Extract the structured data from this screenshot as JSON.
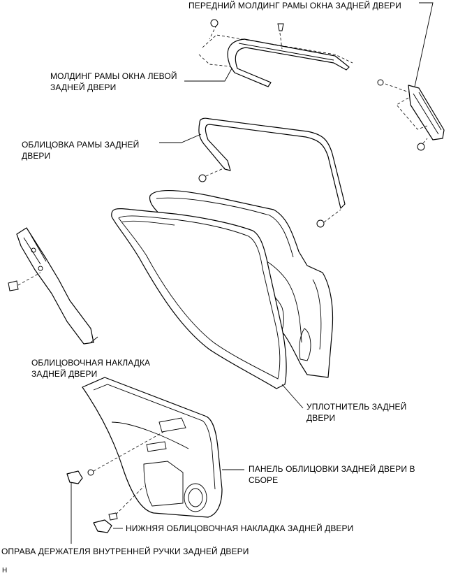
{
  "labels": {
    "front_molding": "ПЕРЕДНИЙ МОЛДИНГ РАМЫ ОКНА ЗАДНЕЙ ДВЕРИ",
    "frame_molding": "МОЛДИНГ РАМЫ ОКНА ЛЕВОЙ\nЗАДНЕЙ ДВЕРИ",
    "frame_garnish": "ОБЛИЦОВКА РАМЫ ЗАДНЕЙ\nДВЕРИ",
    "door_garnish": "ОБЛИЦОВОЧНАЯ НАКЛАДКА\nЗАДНЕЙ ДВЕРИ",
    "weatherstrip": "УПЛОТНИТЕЛЬ ЗАДНЕЙ\nДВЕРИ",
    "trim_panel": "ПАНЕЛЬ ОБЛИЦОВКИ ЗАДНЕЙ ДВЕРИ В\nСБОРЕ",
    "lower_garnish": "НИЖНЯЯ ОБЛИЦОВОЧНАЯ НАКЛАДКА ЗАДНЕЙ ДВЕРИ",
    "handle_bezel": "ОПРАВА ДЕРЖАТЕЛЯ ВНУТРЕННЕЙ РУЧКИ ЗАДНЕЙ ДВЕРИ",
    "corner_code": "H"
  }
}
